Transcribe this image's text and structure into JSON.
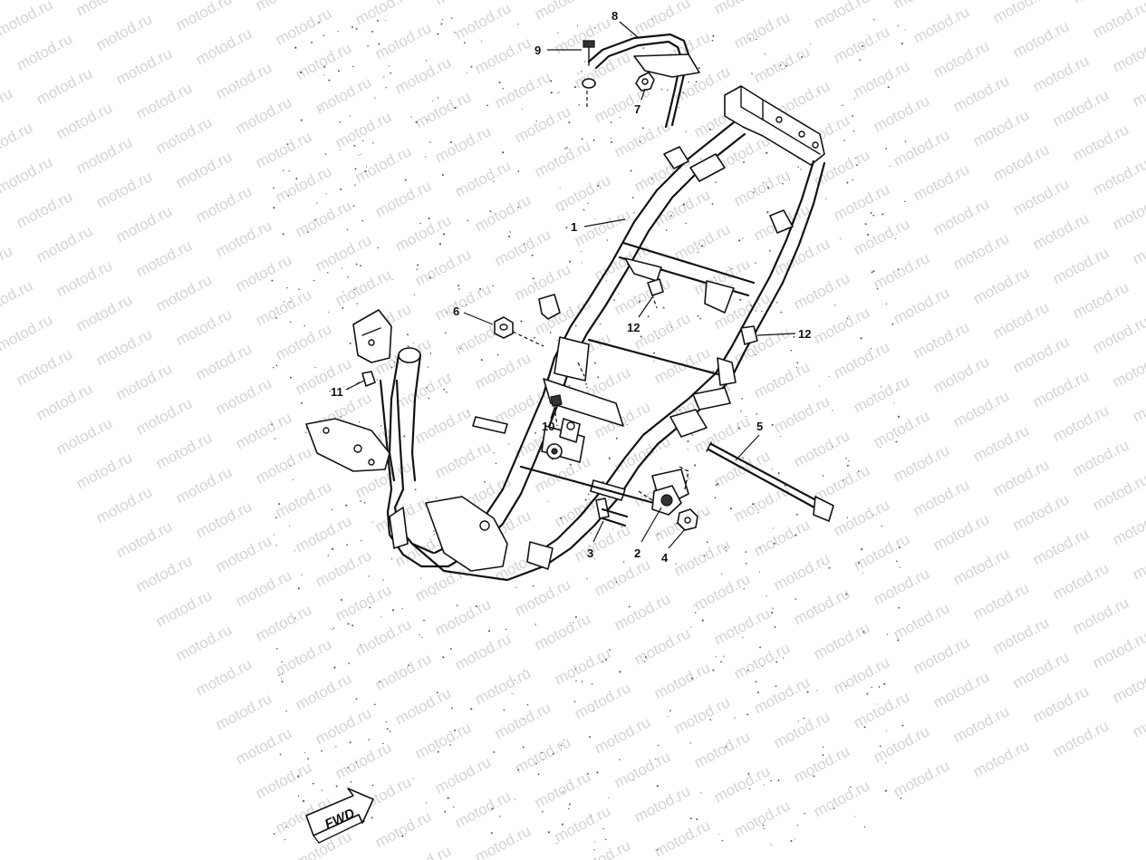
{
  "watermark": {
    "text": "motod.ru"
  },
  "callouts": [
    {
      "id": "1",
      "label": "1"
    },
    {
      "id": "2",
      "label": "2"
    },
    {
      "id": "3",
      "label": "3"
    },
    {
      "id": "4",
      "label": "4"
    },
    {
      "id": "5",
      "label": "5"
    },
    {
      "id": "6",
      "label": "6"
    },
    {
      "id": "7",
      "label": "7"
    },
    {
      "id": "8",
      "label": "8"
    },
    {
      "id": "9",
      "label": "9"
    },
    {
      "id": "10",
      "label": "10"
    },
    {
      "id": "11",
      "label": "11"
    },
    {
      "id": "12a",
      "label": "12"
    },
    {
      "id": "12b",
      "label": "12"
    }
  ],
  "direction_arrow": {
    "label": "FWD"
  }
}
